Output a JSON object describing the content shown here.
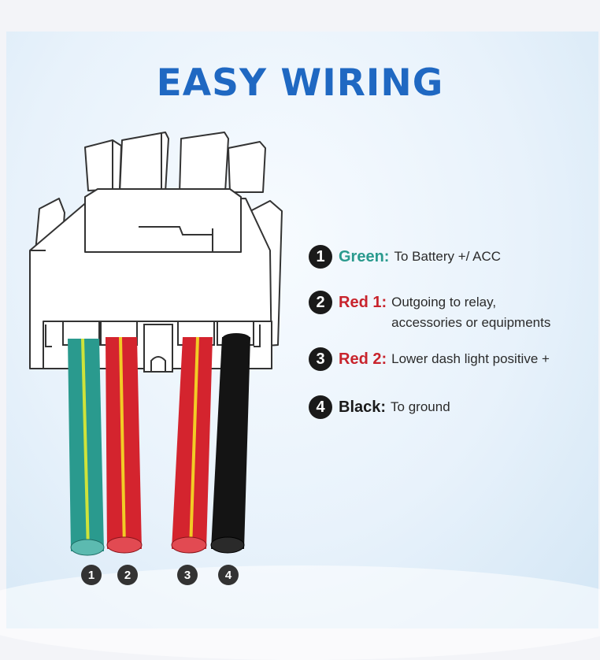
{
  "title": "EASY WIRING",
  "colors": {
    "title": "#1f68c2",
    "green": "#2a9a8e",
    "red": "#c8232c",
    "black": "#1a1a1a"
  },
  "legend": [
    {
      "number": "1",
      "name": "Green:",
      "color": "#2a9a8e",
      "desc": [
        "To Battery +/ ACC"
      ]
    },
    {
      "number": "2",
      "name": "Red 1:",
      "color": "#c8232c",
      "desc": [
        "Outgoing to relay,",
        "accessories or equipments"
      ]
    },
    {
      "number": "3",
      "name": "Red 2:",
      "color": "#c8232c",
      "desc": [
        "Lower dash light positive +"
      ]
    },
    {
      "number": "4",
      "name": "Black:",
      "color": "#1a1a1a",
      "desc": [
        "To ground"
      ]
    }
  ],
  "wire_labels": [
    "1",
    "2",
    "3",
    "4"
  ]
}
